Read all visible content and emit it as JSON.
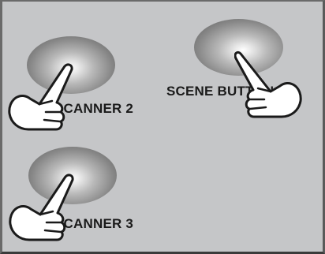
{
  "buttons": {
    "scanner2": {
      "label": "SCANNER 2"
    },
    "scene1": {
      "label": "SCENE BUTTON 1"
    },
    "scanner3": {
      "label": "SCANNER 3"
    }
  },
  "icons": {
    "pointer": "pointing-hand-icon"
  },
  "colors": {
    "panel_background": "#c5c6c8",
    "button_center": "#ffffff",
    "button_edge": "#5f5f5f",
    "label_text": "#1a1a1a"
  }
}
